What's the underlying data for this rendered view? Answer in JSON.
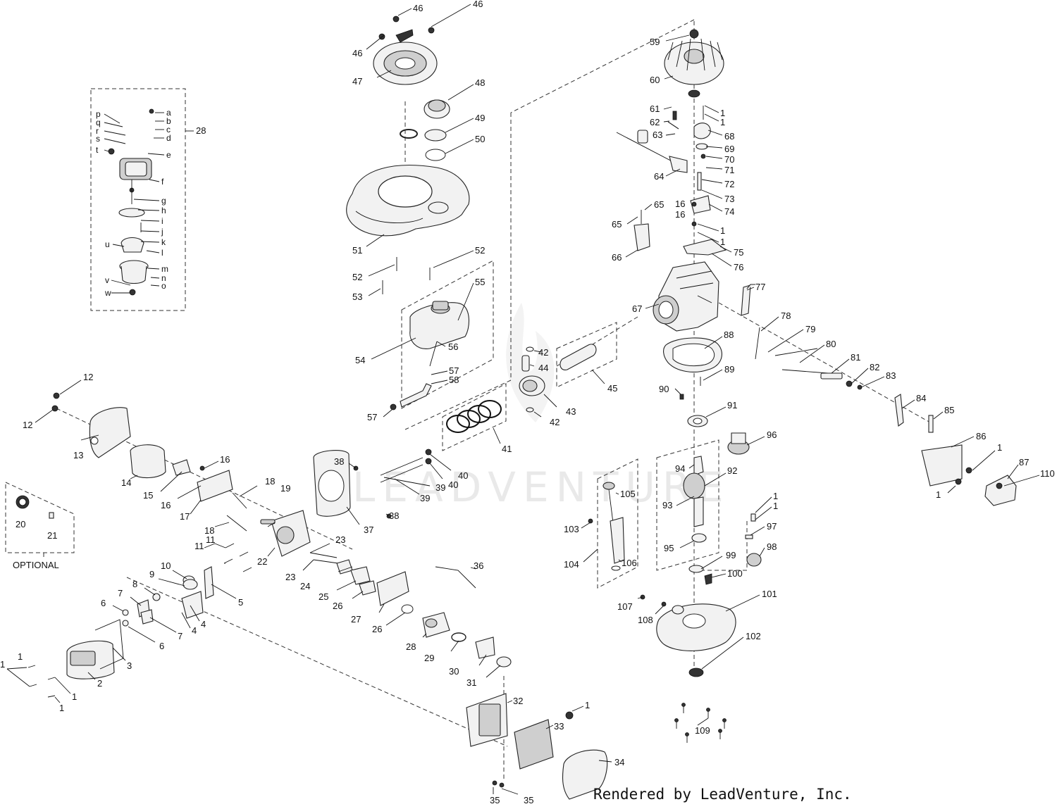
{
  "diagram": {
    "optional_label": "OPTIONAL",
    "watermark": "LEADVENTURE",
    "credit": "Rendered by LeadVenture, Inc."
  },
  "callouts": [
    {
      "id": "46",
      "text": "46"
    },
    {
      "id": "46b",
      "text": "46"
    },
    {
      "id": "46c",
      "text": "46"
    },
    {
      "id": "47",
      "text": "47"
    },
    {
      "id": "48",
      "text": "48"
    },
    {
      "id": "49",
      "text": "49"
    },
    {
      "id": "50",
      "text": "50"
    },
    {
      "id": "51",
      "text": "51"
    },
    {
      "id": "52",
      "text": "52"
    },
    {
      "id": "52b",
      "text": "52"
    },
    {
      "id": "53",
      "text": "53"
    },
    {
      "id": "54",
      "text": "54"
    },
    {
      "id": "55",
      "text": "55"
    },
    {
      "id": "56",
      "text": "56"
    },
    {
      "id": "57",
      "text": "57"
    },
    {
      "id": "57b",
      "text": "57"
    },
    {
      "id": "58",
      "text": "58"
    },
    {
      "id": "59",
      "text": "59"
    },
    {
      "id": "60",
      "text": "60"
    },
    {
      "id": "61",
      "text": "61"
    },
    {
      "id": "62",
      "text": "62"
    },
    {
      "id": "63",
      "text": "63"
    },
    {
      "id": "64",
      "text": "64"
    },
    {
      "id": "65",
      "text": "65"
    },
    {
      "id": "65b",
      "text": "65"
    },
    {
      "id": "66",
      "text": "66"
    },
    {
      "id": "67",
      "text": "67"
    },
    {
      "id": "68",
      "text": "68"
    },
    {
      "id": "69",
      "text": "69"
    },
    {
      "id": "70",
      "text": "70"
    },
    {
      "id": "71",
      "text": "71"
    },
    {
      "id": "72",
      "text": "72"
    },
    {
      "id": "73",
      "text": "73"
    },
    {
      "id": "74",
      "text": "74"
    },
    {
      "id": "75",
      "text": "75"
    },
    {
      "id": "76",
      "text": "76"
    },
    {
      "id": "77",
      "text": "77"
    },
    {
      "id": "78",
      "text": "78"
    },
    {
      "id": "79",
      "text": "79"
    },
    {
      "id": "80",
      "text": "80"
    },
    {
      "id": "81",
      "text": "81"
    },
    {
      "id": "82",
      "text": "82"
    },
    {
      "id": "83",
      "text": "83"
    },
    {
      "id": "84",
      "text": "84"
    },
    {
      "id": "85",
      "text": "85"
    },
    {
      "id": "86",
      "text": "86"
    },
    {
      "id": "87",
      "text": "87"
    },
    {
      "id": "110",
      "text": "110"
    },
    {
      "id": "88",
      "text": "88"
    },
    {
      "id": "89",
      "text": "89"
    },
    {
      "id": "90",
      "text": "90"
    },
    {
      "id": "91",
      "text": "91"
    },
    {
      "id": "92",
      "text": "92"
    },
    {
      "id": "93",
      "text": "93"
    },
    {
      "id": "94",
      "text": "94"
    },
    {
      "id": "95",
      "text": "95"
    },
    {
      "id": "96",
      "text": "96"
    },
    {
      "id": "97",
      "text": "97"
    },
    {
      "id": "98",
      "text": "98"
    },
    {
      "id": "99",
      "text": "99"
    },
    {
      "id": "100",
      "text": "100"
    },
    {
      "id": "101",
      "text": "101"
    },
    {
      "id": "102",
      "text": "102"
    },
    {
      "id": "103",
      "text": "103"
    },
    {
      "id": "104",
      "text": "104"
    },
    {
      "id": "105",
      "text": "105"
    },
    {
      "id": "106",
      "text": "106"
    },
    {
      "id": "107",
      "text": "107"
    },
    {
      "id": "108",
      "text": "108"
    },
    {
      "id": "109",
      "text": "109"
    },
    {
      "id": "1a",
      "text": "1"
    },
    {
      "id": "1b",
      "text": "1"
    },
    {
      "id": "1c",
      "text": "1"
    },
    {
      "id": "1d",
      "text": "1"
    },
    {
      "id": "1e",
      "text": "1"
    },
    {
      "id": "1f",
      "text": "1"
    },
    {
      "id": "1g",
      "text": "1"
    },
    {
      "id": "1h",
      "text": "1"
    },
    {
      "id": "1i",
      "text": "1"
    },
    {
      "id": "1j",
      "text": "1"
    },
    {
      "id": "1k",
      "text": "1"
    },
    {
      "id": "1l",
      "text": "1"
    },
    {
      "id": "1m",
      "text": "1"
    },
    {
      "id": "2",
      "text": "2"
    },
    {
      "id": "3",
      "text": "3"
    },
    {
      "id": "4",
      "text": "4"
    },
    {
      "id": "4b",
      "text": "4"
    },
    {
      "id": "5",
      "text": "5"
    },
    {
      "id": "6",
      "text": "6"
    },
    {
      "id": "6b",
      "text": "6"
    },
    {
      "id": "7",
      "text": "7"
    },
    {
      "id": "7b",
      "text": "7"
    },
    {
      "id": "8",
      "text": "8"
    },
    {
      "id": "9",
      "text": "9"
    },
    {
      "id": "10",
      "text": "10"
    },
    {
      "id": "11",
      "text": "11"
    },
    {
      "id": "11b",
      "text": "11"
    },
    {
      "id": "12",
      "text": "12"
    },
    {
      "id": "12b",
      "text": "12"
    },
    {
      "id": "13",
      "text": "13"
    },
    {
      "id": "14",
      "text": "14"
    },
    {
      "id": "15",
      "text": "15"
    },
    {
      "id": "16",
      "text": "16"
    },
    {
      "id": "16b",
      "text": "16"
    },
    {
      "id": "16c",
      "text": "16"
    },
    {
      "id": "16d",
      "text": "16"
    },
    {
      "id": "17",
      "text": "17"
    },
    {
      "id": "18",
      "text": "18"
    },
    {
      "id": "18b",
      "text": "18"
    },
    {
      "id": "19",
      "text": "19"
    },
    {
      "id": "20",
      "text": "20"
    },
    {
      "id": "21",
      "text": "21"
    },
    {
      "id": "22",
      "text": "22"
    },
    {
      "id": "23",
      "text": "23"
    },
    {
      "id": "23b",
      "text": "23"
    },
    {
      "id": "24",
      "text": "24"
    },
    {
      "id": "25",
      "text": "25"
    },
    {
      "id": "26",
      "text": "26"
    },
    {
      "id": "26b",
      "text": "26"
    },
    {
      "id": "27",
      "text": "27"
    },
    {
      "id": "28",
      "text": "28"
    },
    {
      "id": "28b",
      "text": "28"
    },
    {
      "id": "29",
      "text": "29"
    },
    {
      "id": "30",
      "text": "30"
    },
    {
      "id": "31",
      "text": "31"
    },
    {
      "id": "32",
      "text": "32"
    },
    {
      "id": "33",
      "text": "33"
    },
    {
      "id": "34",
      "text": "34"
    },
    {
      "id": "35",
      "text": "35"
    },
    {
      "id": "35b",
      "text": "35"
    },
    {
      "id": "36",
      "text": "36"
    },
    {
      "id": "37",
      "text": "37"
    },
    {
      "id": "38",
      "text": "38"
    },
    {
      "id": "38b",
      "text": "38"
    },
    {
      "id": "39",
      "text": "39"
    },
    {
      "id": "39b",
      "text": "39"
    },
    {
      "id": "40",
      "text": "40"
    },
    {
      "id": "40b",
      "text": "40"
    },
    {
      "id": "41",
      "text": "41"
    },
    {
      "id": "42",
      "text": "42"
    },
    {
      "id": "42b",
      "text": "42"
    },
    {
      "id": "43",
      "text": "43"
    },
    {
      "id": "44",
      "text": "44"
    },
    {
      "id": "45",
      "text": "45"
    }
  ],
  "carburetor_callouts": [
    {
      "id": "a",
      "text": "a"
    },
    {
      "id": "b",
      "text": "b"
    },
    {
      "id": "c",
      "text": "c"
    },
    {
      "id": "d",
      "text": "d"
    },
    {
      "id": "e",
      "text": "e"
    },
    {
      "id": "f",
      "text": "f"
    },
    {
      "id": "g",
      "text": "g"
    },
    {
      "id": "h",
      "text": "h"
    },
    {
      "id": "i",
      "text": "i"
    },
    {
      "id": "j",
      "text": "j"
    },
    {
      "id": "k",
      "text": "k"
    },
    {
      "id": "l",
      "text": "l"
    },
    {
      "id": "m",
      "text": "m"
    },
    {
      "id": "n",
      "text": "n"
    },
    {
      "id": "o",
      "text": "o"
    },
    {
      "id": "p",
      "text": "p"
    },
    {
      "id": "q",
      "text": "q"
    },
    {
      "id": "r",
      "text": "r"
    },
    {
      "id": "s",
      "text": "s"
    },
    {
      "id": "t",
      "text": "t"
    },
    {
      "id": "u",
      "text": "u"
    },
    {
      "id": "v",
      "text": "v"
    },
    {
      "id": "w",
      "text": "w"
    }
  ]
}
